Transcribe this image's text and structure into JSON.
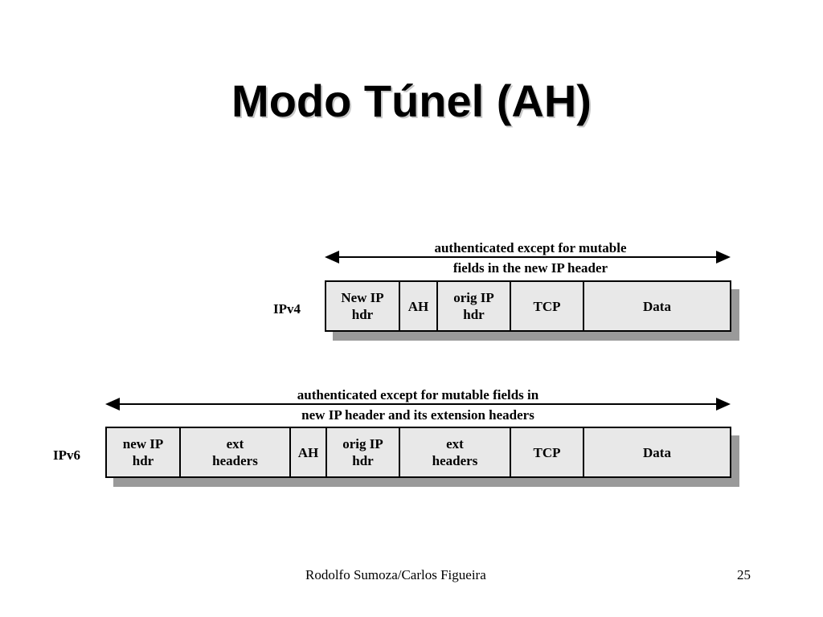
{
  "slide": {
    "title": "Modo Túnel (AH)",
    "footer_author": "Rodolfo Sumoza/Carlos Figueira",
    "page_number": "25"
  },
  "ipv4": {
    "label": "IPv4",
    "arrow_label": "authenticated except for mutable\nfields in the new IP header",
    "cells": [
      "New IP\nhdr",
      "AH",
      "orig IP\nhdr",
      "TCP",
      "Data"
    ]
  },
  "ipv6": {
    "label": "IPv6",
    "arrow_label": "authenticated except for mutable fields in\nnew IP header and its extension headers",
    "cells": [
      "new IP\nhdr",
      "ext\nheaders",
      "AH",
      "orig IP\nhdr",
      "ext\nheaders",
      "TCP",
      "Data"
    ]
  }
}
